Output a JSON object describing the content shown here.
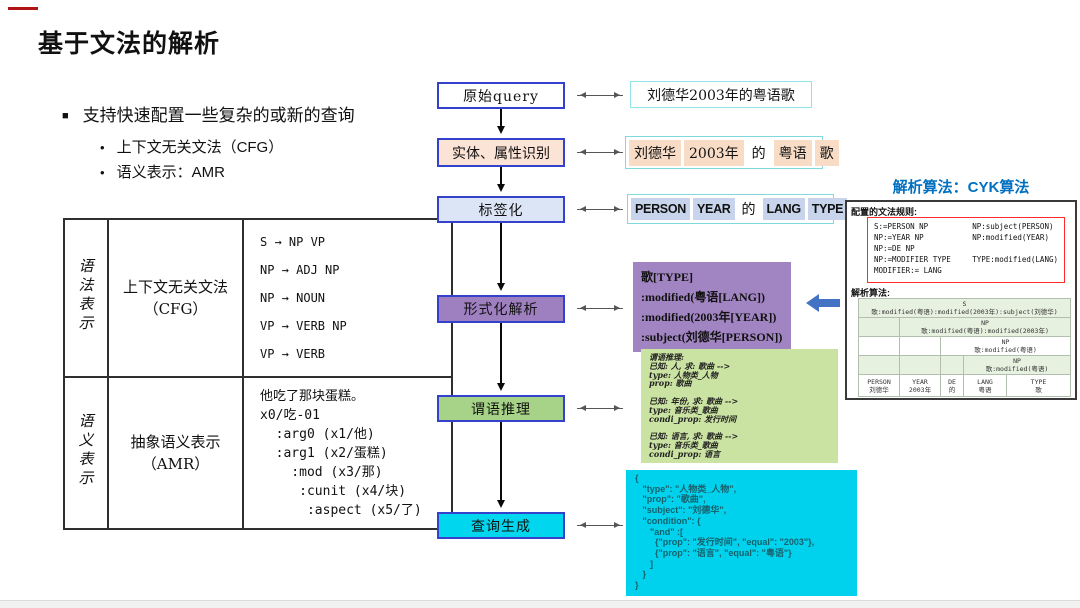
{
  "title": "基于文法的解析",
  "bullets": {
    "main": "支持快速配置一些复杂的或新的查询",
    "sub": [
      "上下文无关文法（CFG）",
      "语义表示：AMR"
    ]
  },
  "icons": {
    "bullet_square": "■",
    "bullet_dot": "•"
  },
  "grammar_table": {
    "rows": [
      {
        "category": "语法表示",
        "name": "上下文无关文法",
        "abbr": "（CFG）",
        "example": "S → NP VP\nNP → ADJ NP\nNP → NOUN\nVP → VERB NP\nVP → VERB"
      },
      {
        "category": "语义表示",
        "name": "抽象语义表示",
        "abbr": "（AMR）",
        "example": "他吃了那块蛋糕。\nx0/吃-01\n  :arg0 (x1/他)\n  :arg1 (x2/蛋糕)\n    :mod (x3/那)\n     :cunit (x4/块)\n      :aspect (x5/了)"
      }
    ]
  },
  "flow": {
    "steps": [
      "原始query",
      "实体、属性识别",
      "标签化",
      "形式化解析",
      "谓语推理",
      "查询生成"
    ]
  },
  "examples": {
    "raw_query": "刘德华2003年的粤语歌",
    "entity_tokens": [
      {
        "text": "刘德华",
        "highlighted": true
      },
      {
        "text": "2003年",
        "highlighted": true
      },
      {
        "text": "的",
        "highlighted": false
      },
      {
        "text": "粤语",
        "highlighted": true
      },
      {
        "text": "歌",
        "highlighted": true
      }
    ],
    "label_tokens": [
      {
        "text": "PERSON",
        "highlighted": true
      },
      {
        "text": "YEAR",
        "highlighted": true
      },
      {
        "text": "的",
        "highlighted": false
      },
      {
        "text": "LANG",
        "highlighted": true
      },
      {
        "text": "TYPE",
        "highlighted": true
      }
    ],
    "formal_parse": "歌[TYPE]\n:modified(粤语[LANG])\n:modified(2003年[YEAR])\n:subject(刘德华[PERSON])",
    "predicate_inference": "谓语推理:\n已知: 人, 求: 歌曲 -->\ntype: 人物类_人物\nprop: 歌曲\n\n已知: 年份, 求: 歌曲 -->\ntype: 音乐类_歌曲\ncondi_prop: 发行时间\n\n已知: 语言, 求: 歌曲 -->\ntype: 音乐类_歌曲\ncondi_prop: 语言",
    "query_json": "{\n   \"type\": \"人物类_人物\",\n   \"prop\": \"歌曲\",\n   \"subject\": \"刘德华\",\n   \"condition\": {\n      \"and\" :[\n        {\"prop\": \"发行时间\", \"equal\": \"2003\"},\n        {\"prop\": \"语言\", \"equal\": \"粤语\"}\n      ]\n   }\n}"
  },
  "cyk": {
    "title": "解析算法：CYK算法",
    "rules_label": "配置的文法规则:",
    "rules_left": "S:=PERSON NP\nNP:=YEAR NP\nNP:=DE NP\nNP:=MODIFIER TYPE\nMODIFIER:= LANG",
    "rules_right": "NP:subject(PERSON)\nNP:modified(YEAR)\n\nTYPE:modified(LANG)",
    "algo_label": "解析算法:",
    "chart": {
      "row1": "S\n歌:modified(粤语):modified(2003年):subject(刘德华)",
      "row2": "NP\n歌:modified(粤语):modified(2003年)",
      "row3": "NP\n歌:modified(粤语)",
      "row4": "NP\n歌:modified(粤语)",
      "bottom": [
        "PERSON\n刘德华",
        "YEAR\n2003年",
        "DE\n的",
        "LANG\n粤语",
        "TYPE\n歌"
      ]
    }
  },
  "colors": {
    "flow_border": "#3441cc",
    "step_fills": [
      "#ffffff",
      "#fbe3d5",
      "#dbe5f6",
      "#9e7fc0",
      "#a6d388",
      "#00d7ef"
    ],
    "entity_chip": "#f8dcc6",
    "label_chip": "#c7d4ec",
    "formal_box": "#a184c2",
    "inference_box": "#cbe3a2",
    "query_box": "#00d2ee",
    "cyk_title": "#0070c0",
    "rule_box_border": "#ff2a2a",
    "chart_cell_green": "#e7f1e0",
    "blue_arrow": "#4472c4"
  }
}
